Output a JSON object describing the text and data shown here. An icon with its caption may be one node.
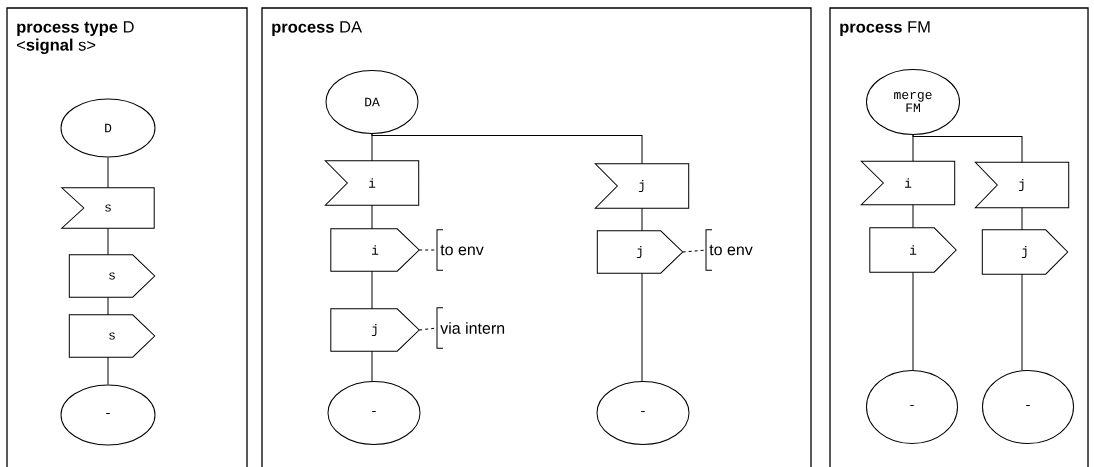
{
  "diagram": {
    "nodes": [
      {
        "text": [
          "**process type** D",
          "<**signal** s>"
        ]
      },
      {
        "text": [
          "D"
        ],
        "in": 0
      },
      {
        "text": [
          "s"
        ],
        "in": 0
      },
      {
        "text": [
          "s"
        ],
        "in": 0
      },
      {
        "text": [
          "s"
        ],
        "in": 0
      },
      {
        "text": [
          "-"
        ],
        "in": 0
      },
      {
        "text": [
          "**process** DA"
        ]
      },
      {
        "text": [
          "DA"
        ],
        "in": 6
      },
      {
        "text": [
          "i"
        ],
        "in": 6
      },
      {
        "text": [
          "i"
        ],
        "in": 6
      },
      {
        "text": [
          "to env"
        ],
        "in": 6
      },
      {
        "text": [
          "j"
        ],
        "in": 6
      },
      {
        "text": [
          "via intern"
        ],
        "in": 6
      },
      {
        "text": [
          "-"
        ],
        "in": 6
      },
      {
        "text": [
          "j"
        ],
        "in": 6
      },
      {
        "text": [
          "j"
        ],
        "in": 6
      },
      {
        "text": [
          "to env"
        ],
        "in": 6
      },
      {
        "text": [
          "-"
        ],
        "in": 6
      },
      {
        "text": [
          "**process** FM"
        ]
      },
      {
        "text": [
          "merge FM"
        ],
        "in": 18
      },
      {
        "text": [
          "i"
        ],
        "in": 18
      },
      {
        "text": [
          "i"
        ],
        "in": 18
      },
      {
        "text": [
          "-"
        ],
        "in": 18
      },
      {
        "text": [
          "j"
        ],
        "in": 18
      },
      {
        "text": [
          "j"
        ],
        "in": 18
      },
      {
        "text": [
          "-"
        ],
        "in": 18
      }
    ],
    "edges": [
      {
        "from": 1,
        "to": 2,
        "arrow": "none"
      },
      {
        "from": 2,
        "to": 3,
        "arrow": "none"
      },
      {
        "from": 3,
        "to": 4,
        "arrow": "none"
      },
      {
        "from": 4,
        "to": 5,
        "arrow": "none"
      },
      {
        "from": 7,
        "to": 8,
        "arrow": "none"
      },
      {
        "from": 7,
        "to": 14,
        "arrow": "none"
      },
      {
        "from": 8,
        "to": 9,
        "arrow": "none"
      },
      {
        "from": 9,
        "to": 10,
        "arrow": "none",
        "style": "dashed"
      },
      {
        "from": 9,
        "to": 11,
        "arrow": "none"
      },
      {
        "from": 11,
        "to": 12,
        "arrow": "none",
        "style": "dashed"
      },
      {
        "from": 11,
        "to": 13,
        "arrow": "none"
      },
      {
        "from": 14,
        "to": 15,
        "arrow": "none"
      },
      {
        "from": 15,
        "to": 16,
        "arrow": "none",
        "style": "dashed"
      },
      {
        "from": 15,
        "to": 17,
        "arrow": "none"
      },
      {
        "from": 19,
        "to": 20,
        "arrow": "none"
      },
      {
        "from": 19,
        "to": 23,
        "arrow": "none"
      },
      {
        "from": 20,
        "to": 21,
        "arrow": "none"
      },
      {
        "from": 21,
        "to": 22,
        "arrow": "none"
      },
      {
        "from": 23,
        "to": 24,
        "arrow": "none"
      },
      {
        "from": 24,
        "to": 25,
        "arrow": "none"
      }
    ]
  }
}
